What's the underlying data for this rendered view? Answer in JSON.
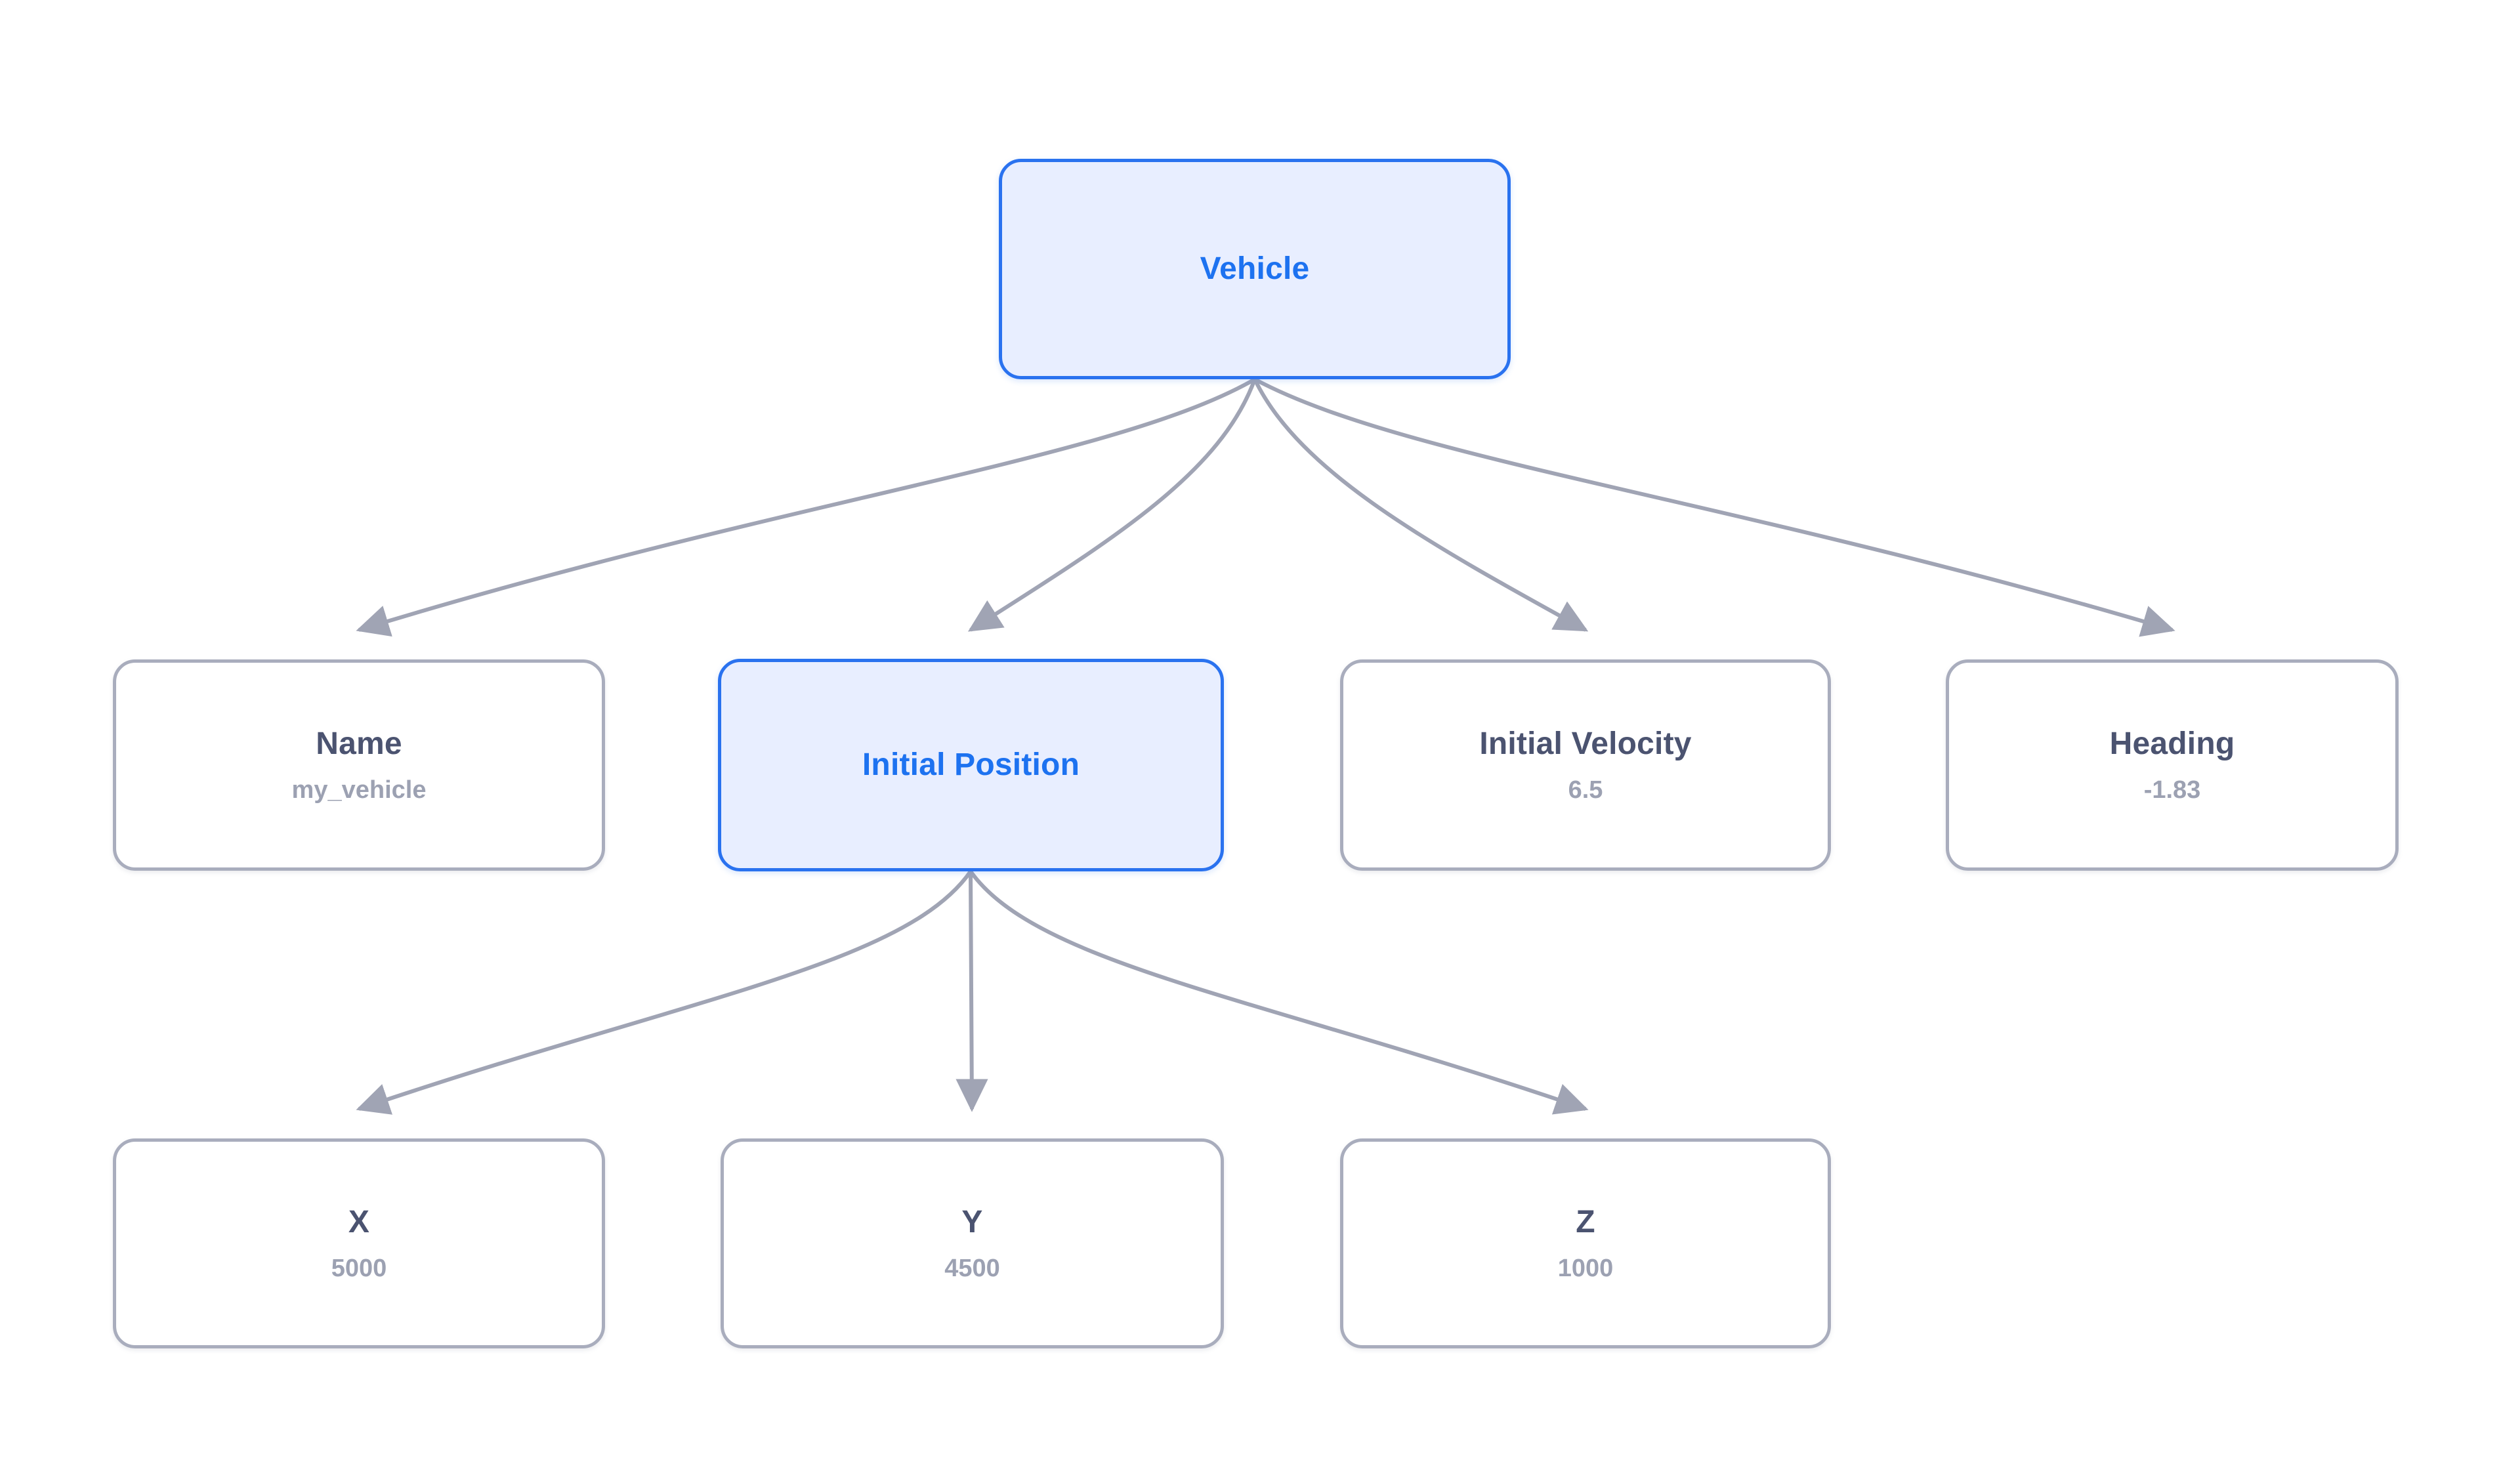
{
  "diagram": {
    "type": "tree",
    "background_color": "#ffffff",
    "edge_color": "#a0a4b4",
    "selected_color": "#1d72f0",
    "selected_fill": "#e8eeff",
    "node_border_color": "#a9adbd",
    "title_color": "#4b5370",
    "value_color": "#9ca1b2"
  },
  "nodes": {
    "vehicle": {
      "title": "Vehicle",
      "value": "",
      "selected": true
    },
    "name": {
      "title": "Name",
      "value": "my_vehicle",
      "selected": false
    },
    "initial_position": {
      "title": "Initial Position",
      "value": "",
      "selected": true
    },
    "initial_velocity": {
      "title": "Initial Velocity",
      "value": "6.5",
      "selected": false
    },
    "heading": {
      "title": "Heading",
      "value": "-1.83",
      "selected": false
    },
    "x": {
      "title": "X",
      "value": "5000",
      "selected": false
    },
    "y": {
      "title": "Y",
      "value": "4500",
      "selected": false
    },
    "z": {
      "title": "Z",
      "value": "1000",
      "selected": false
    }
  },
  "edges": [
    {
      "from": "vehicle",
      "to": "name"
    },
    {
      "from": "vehicle",
      "to": "initial_position"
    },
    {
      "from": "vehicle",
      "to": "initial_velocity"
    },
    {
      "from": "vehicle",
      "to": "heading"
    },
    {
      "from": "initial_position",
      "to": "x"
    },
    {
      "from": "initial_position",
      "to": "y"
    },
    {
      "from": "initial_position",
      "to": "z"
    }
  ]
}
